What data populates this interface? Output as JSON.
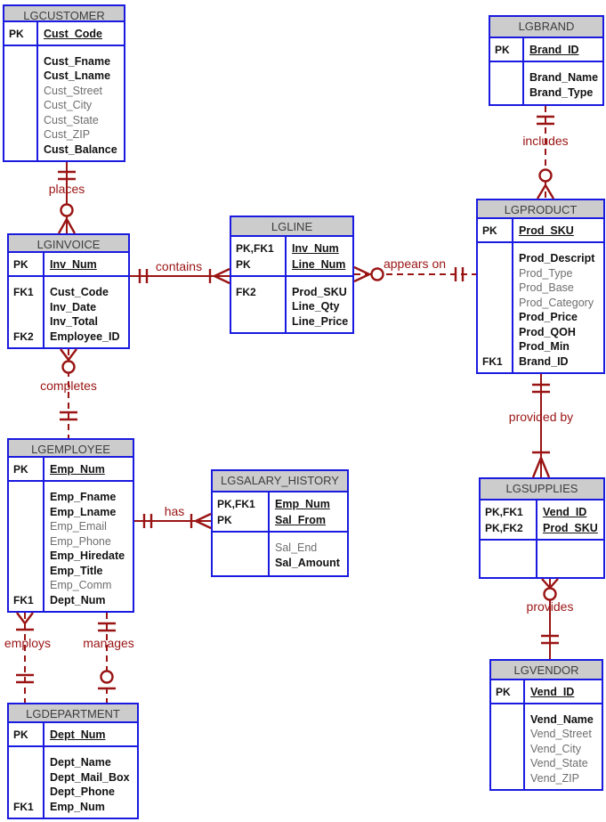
{
  "diagram": {
    "colors": {
      "entity_border": "#1a1ae0",
      "entity_header_fill": "#cccccc",
      "relationship": "#9a1414",
      "required_attribute_text": "#121212",
      "optional_attribute_text": "#6e6e6e"
    },
    "tables": [
      {
        "name": "LGCUSTOMER",
        "pk_rows": [
          {
            "keys": "PK",
            "field": "Cust_Code"
          }
        ],
        "fields": [
          {
            "keys": "",
            "name": "Cust_Fname"
          },
          {
            "keys": "",
            "name": "Cust_Lname"
          },
          {
            "keys": "",
            "name": "Cust_Street"
          },
          {
            "keys": "",
            "name": "Cust_City"
          },
          {
            "keys": "",
            "name": "Cust_State"
          },
          {
            "keys": "",
            "name": "Cust_ZIP"
          },
          {
            "keys": "",
            "name": "Cust_Balance"
          }
        ]
      },
      {
        "name": "LGBRAND",
        "pk_rows": [
          {
            "keys": "PK",
            "field": "Brand_ID"
          }
        ],
        "fields": [
          {
            "keys": "",
            "name": "Brand_Name"
          },
          {
            "keys": "",
            "name": "Brand_Type"
          }
        ]
      },
      {
        "name": "LGINVOICE",
        "pk_rows": [
          {
            "keys": "PK",
            "field": "Inv_Num"
          }
        ],
        "fields": [
          {
            "keys": "FK1",
            "name": "Cust_Code"
          },
          {
            "keys": "",
            "name": "Inv_Date"
          },
          {
            "keys": "",
            "name": "Inv_Total"
          },
          {
            "keys": "FK2",
            "name": "Employee_ID"
          }
        ]
      },
      {
        "name": "LGLINE",
        "pk_rows": [
          {
            "keys": "PK,FK1",
            "field": "Inv_Num"
          },
          {
            "keys": "PK",
            "field": "Line_Num"
          }
        ],
        "fields": [
          {
            "keys": "FK2",
            "name": "Prod_SKU"
          },
          {
            "keys": "",
            "name": "Line_Qty"
          },
          {
            "keys": "",
            "name": "Line_Price"
          }
        ]
      },
      {
        "name": "LGPRODUCT",
        "pk_rows": [
          {
            "keys": "PK",
            "field": "Prod_SKU"
          }
        ],
        "fields": [
          {
            "keys": "",
            "name": "Prod_Descript"
          },
          {
            "keys": "",
            "name": "Prod_Type"
          },
          {
            "keys": "",
            "name": "Prod_Base"
          },
          {
            "keys": "",
            "name": "Prod_Category"
          },
          {
            "keys": "",
            "name": "Prod_Price"
          },
          {
            "keys": "",
            "name": "Prod_QOH"
          },
          {
            "keys": "",
            "name": "Prod_Min"
          },
          {
            "keys": "FK1",
            "name": "Brand_ID"
          }
        ]
      },
      {
        "name": "LGEMPLOYEE",
        "pk_rows": [
          {
            "keys": "PK",
            "field": "Emp_Num"
          }
        ],
        "fields": [
          {
            "keys": "",
            "name": "Emp_Fname"
          },
          {
            "keys": "",
            "name": "Emp_Lname"
          },
          {
            "keys": "",
            "name": "Emp_Email"
          },
          {
            "keys": "",
            "name": "Emp_Phone"
          },
          {
            "keys": "",
            "name": "Emp_Hiredate"
          },
          {
            "keys": "",
            "name": "Emp_Title"
          },
          {
            "keys": "",
            "name": "Emp_Comm"
          },
          {
            "keys": "FK1",
            "name": "Dept_Num"
          }
        ]
      },
      {
        "name": "LGSALARY_HISTORY",
        "pk_rows": [
          {
            "keys": "PK,FK1",
            "field": "Emp_Num"
          },
          {
            "keys": "PK",
            "field": "Sal_From"
          }
        ],
        "fields": [
          {
            "keys": "",
            "name": "Sal_End"
          },
          {
            "keys": "",
            "name": "Sal_Amount"
          }
        ]
      },
      {
        "name": "LGSUPPLIES",
        "pk_rows": [
          {
            "keys": "PK,FK1",
            "field": "Vend_ID"
          },
          {
            "keys": "PK,FK2",
            "field": "Prod_SKU"
          }
        ],
        "fields": []
      },
      {
        "name": "LGVENDOR",
        "pk_rows": [
          {
            "keys": "PK",
            "field": "Vend_ID"
          }
        ],
        "fields": [
          {
            "keys": "",
            "name": "Vend_Name"
          },
          {
            "keys": "",
            "name": "Vend_Street"
          },
          {
            "keys": "",
            "name": "Vend_City"
          },
          {
            "keys": "",
            "name": "Vend_State"
          },
          {
            "keys": "",
            "name": "Vend_ZIP"
          }
        ]
      },
      {
        "name": "LGDEPARTMENT",
        "pk_rows": [
          {
            "keys": "PK",
            "field": "Dept_Num"
          }
        ],
        "fields": [
          {
            "keys": "",
            "name": "Dept_Name"
          },
          {
            "keys": "",
            "name": "Dept_Mail_Box"
          },
          {
            "keys": "",
            "name": "Dept_Phone"
          },
          {
            "keys": "FK1",
            "name": "Emp_Num"
          }
        ]
      }
    ],
    "relationships": [
      {
        "label": "places",
        "from": "LGCUSTOMER",
        "to": "LGINVOICE",
        "from_end": "one and only one",
        "to_end": "zero or many",
        "line": "solid"
      },
      {
        "label": "contains",
        "from": "LGINVOICE",
        "to": "LGLINE",
        "from_end": "one and only one",
        "to_end": "one or many",
        "line": "solid"
      },
      {
        "label": "appears on",
        "from": "LGLINE",
        "to": "LGPRODUCT",
        "from_end": "zero or many",
        "to_end": "one and only one",
        "line": "dashed"
      },
      {
        "label": "completes",
        "from": "LGEMPLOYEE",
        "to": "LGINVOICE",
        "from_end": "one and only one",
        "to_end": "zero or many",
        "line": "dashed"
      },
      {
        "label": "has",
        "from": "LGEMPLOYEE",
        "to": "LGSALARY_HISTORY",
        "from_end": "one and only one",
        "to_end": "one or many",
        "line": "solid"
      },
      {
        "label": "includes",
        "from": "LGBRAND",
        "to": "LGPRODUCT",
        "from_end": "one and only one",
        "to_end": "zero or many",
        "line": "dashed"
      },
      {
        "label": "provided by",
        "from": "LGPRODUCT",
        "to": "LGSUPPLIES",
        "from_end": "one and only one",
        "to_end": "one or many",
        "line": "solid"
      },
      {
        "label": "provides",
        "from": "LGVENDOR",
        "to": "LGSUPPLIES",
        "from_end": "one and only one",
        "to_end": "zero or many",
        "line": "solid"
      },
      {
        "label": "employs",
        "from": "LGDEPARTMENT",
        "to": "LGEMPLOYEE",
        "from_end": "one and only one",
        "to_end": "one or many",
        "line": "dashed"
      },
      {
        "label": "manages",
        "from": "LGEMPLOYEE",
        "to": "LGDEPARTMENT",
        "from_end": "one and only one",
        "to_end": "zero or one",
        "line": "dashed"
      }
    ]
  }
}
